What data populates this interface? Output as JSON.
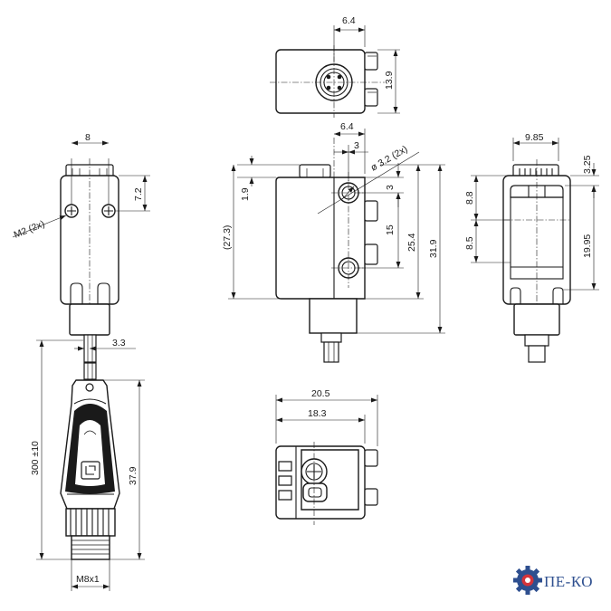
{
  "dimensions": {
    "top_view_width": "6.4",
    "top_view_height": "13.9",
    "left_width": "8",
    "left_hole_offset": "7.2",
    "left_thread": "M2 (2x)",
    "front_width": "6.4",
    "front_offset": "3",
    "front_hole_dia": "ø 3.2 (2x)",
    "front_side_3": "3",
    "front_1_9": "1.9",
    "front_27_3": "(27.3)",
    "front_15": "15",
    "front_25_4": "25.4",
    "front_31_9": "31.9",
    "right_width": "9.85",
    "right_3_25": "3.25",
    "right_8_8": "8.8",
    "right_8_5": "8.5",
    "right_19_95": "19.95",
    "connector_3_3": "3.3",
    "cable_length": "300 ±10",
    "connector_length": "37.9",
    "connector_thread": "M8x1",
    "bottom_20_5": "20.5",
    "bottom_18_3": "18.3"
  },
  "logo": {
    "text": "ПЕ-КО",
    "icon": "gear-icon",
    "colors": {
      "primary": "#2e4f8f",
      "accent": "#d4333a"
    }
  }
}
